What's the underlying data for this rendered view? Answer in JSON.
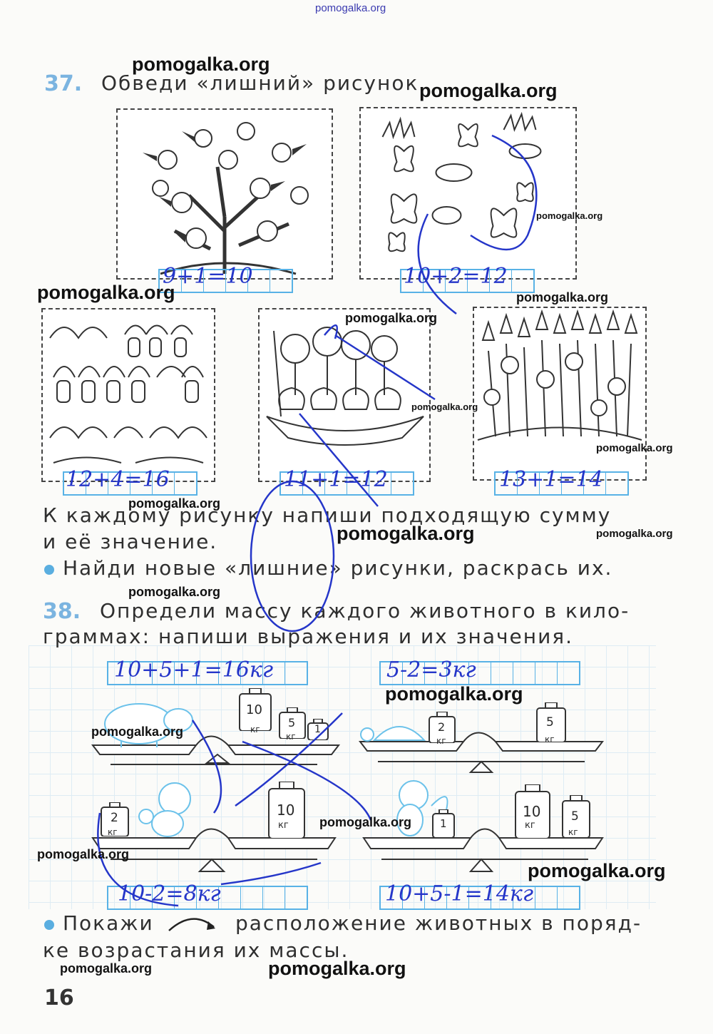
{
  "watermark": {
    "top": "pomogalka.org",
    "big": "pomogalka.org",
    "small": "pomogalka.org"
  },
  "task37": {
    "number": "37.",
    "title": "Обведи «лишний» рисунок.",
    "answers": [
      "9+1=10",
      "10+2=12",
      "12+4=16",
      "11+1=12",
      "13+1=14"
    ],
    "instruction_line1": "К каждому рисунку напиши подходящую сумму",
    "instruction_line2": "и её значение.",
    "bullet_text": "Найди новые «лишние» рисунки, раскрась их."
  },
  "task38": {
    "number": "38.",
    "line1": "Определи массу каждого животного в кило-",
    "line2": "граммах: напиши выражения и их значения.",
    "answers": [
      "10+5+1=16кг",
      "5-2=3кг",
      "10-2=8кг",
      "10+5-1=14кг"
    ],
    "weight_unit": "кг",
    "weights": [
      "10",
      "5",
      "1",
      "2",
      "5",
      "2",
      "10",
      "1",
      "10",
      "5"
    ],
    "bullet_text_a": "Покажи",
    "bullet_text_b": "расположение животных в поряд-",
    "bullet_text_c": "ке возрастания их массы."
  },
  "page_number": "16",
  "colors": {
    "accent": "#5aaee0",
    "ink": "#2536c9"
  }
}
